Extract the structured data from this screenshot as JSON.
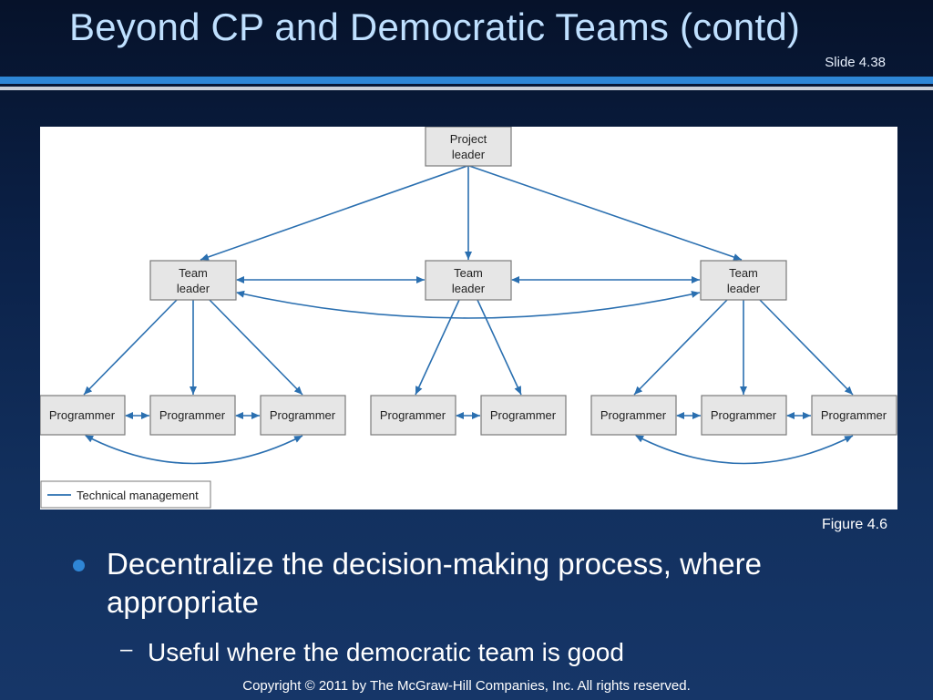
{
  "slide": {
    "title": "Beyond CP and Democratic Teams (contd)",
    "slide_number": "Slide 4.38",
    "figure_caption": "Figure 4.6",
    "bullet": "Decentralize the decision-making process, where appropriate",
    "sub_bullet": "Useful where the democratic team is good",
    "sub_bullet_marker": "–",
    "footer": "Copyright © 2011 by The McGraw-Hill Companies, Inc.  All rights reserved."
  },
  "diagram": {
    "nodes": {
      "project_leader": [
        "Project",
        "leader"
      ],
      "team_leader": [
        "Team",
        "leader"
      ],
      "programmer": "Programmer"
    },
    "legend_label": "Technical management",
    "colors": {
      "line": "#2a6fb0",
      "box_fill": "#e6e6e6",
      "box_stroke": "#7a7a7a"
    }
  }
}
